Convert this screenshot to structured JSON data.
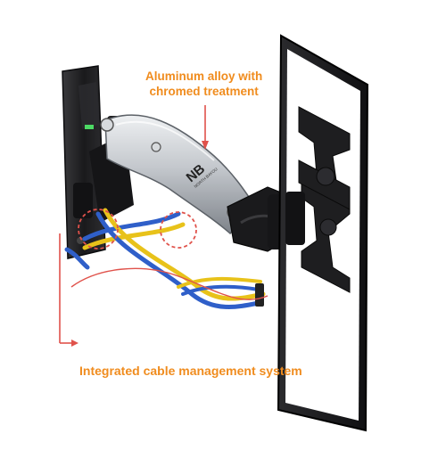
{
  "callouts": {
    "top_line1": "Aluminum alloy with",
    "top_line2": "chromed treatment",
    "bottom": "Integrated cable management system"
  },
  "brand": {
    "logo_text": "NB",
    "logo_subtext": "NORTH BAYOU"
  },
  "colors": {
    "annotation": "#f08c1e",
    "annotation_line": "#e0524b",
    "arm_silver": "#c9ccd0",
    "mount_black": "#1c1c1e",
    "cable_blue": "#2f5fc9",
    "cable_yellow": "#e8c21a"
  }
}
